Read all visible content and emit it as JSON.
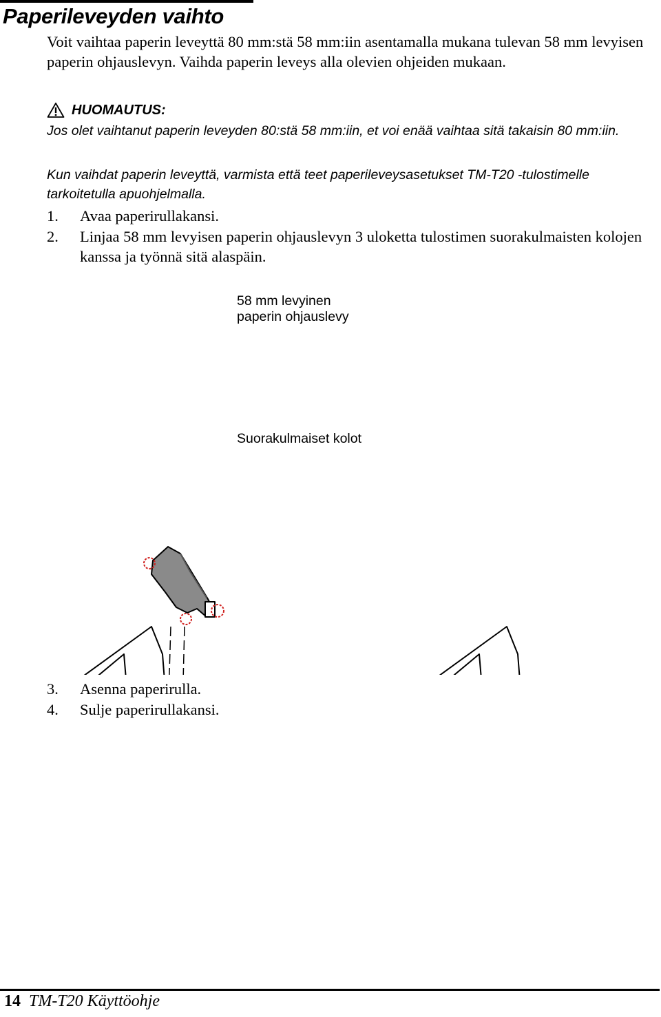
{
  "section": {
    "title": "Paperileveyden vaihto",
    "intro": "Voit vaihtaa paperin leveyttä 80 mm:stä 58 mm:iin asentamalla mukana tulevan 58 mm levyisen paperin ohjauslevyn. Vaihda paperin leveys alla olevien ohjeiden mukaan."
  },
  "note": {
    "icon": "warning-icon",
    "label": "HUOMAUTUS:",
    "line1": "Jos olet vaihtanut paperin leveyden 80:stä 58 mm:iin, et voi enää vaihtaa sitä takaisin 80 mm:iin.",
    "line2": "Kun vaihdat paperin leveyttä, varmista että teet paperileveysasetukset TM-T20 -tulostimelle tarkoitetulla apuohjelmalla."
  },
  "steps": [
    {
      "num": "1.",
      "text": "Avaa paperirullakansi."
    },
    {
      "num": "2.",
      "text": "Linjaa 58 mm levyisen paperin ohjauslevyn 3 uloketta tulostimen suorakulmaisten kolojen kanssa ja työnnä sitä alaspäin."
    },
    {
      "num": "3.",
      "text": "Asenna paperirulla."
    },
    {
      "num": "4.",
      "text": "Sulje paperirullakansi."
    }
  ],
  "figure": {
    "callout_guide_line1": "58 mm levyinen",
    "callout_guide_line2": "paperin ohjauslevy",
    "callout_slots": "Suorakulmaiset kolot",
    "arrow_color": "#29a9e1",
    "highlight_color": "#d0201e"
  },
  "footer": {
    "page": "14",
    "doc": "TM-T20 Käyttöohje"
  }
}
